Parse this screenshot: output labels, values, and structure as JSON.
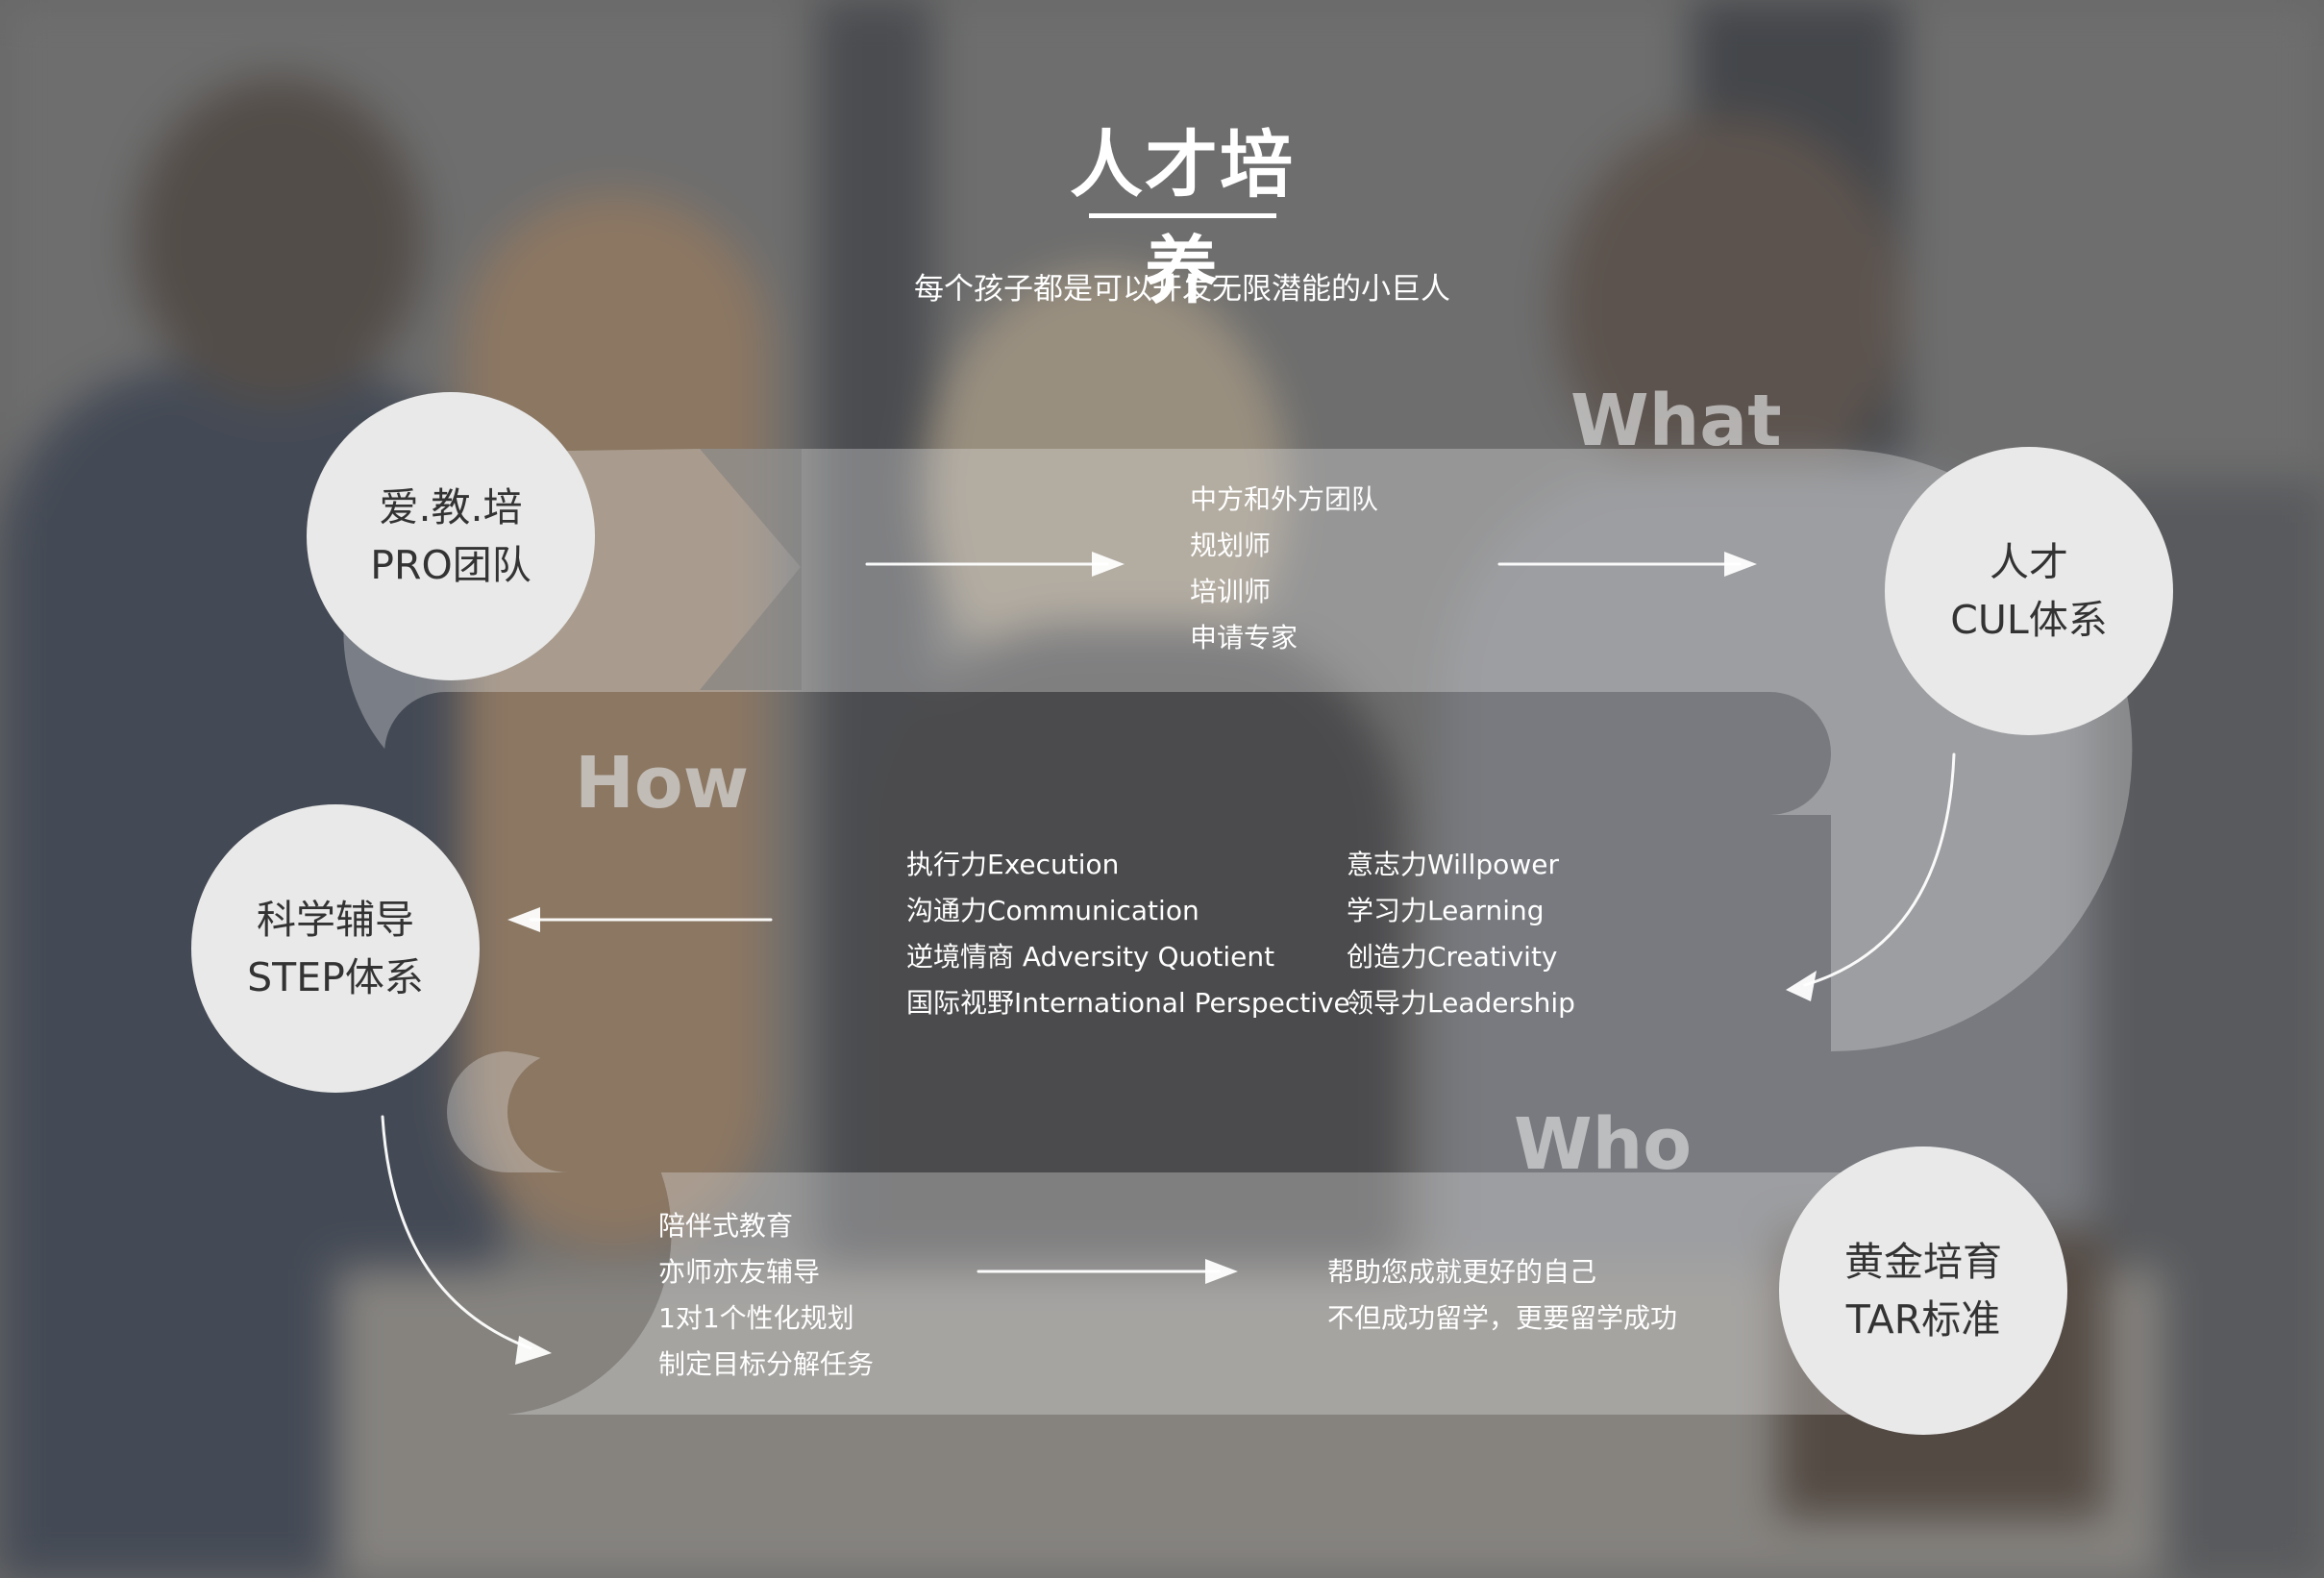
{
  "header": {
    "title": "人才培养",
    "subtitle": "每个孩子都是可以开发无限潜能的小巨人"
  },
  "watermarks": {
    "what": "What",
    "how": "How",
    "who": "Who"
  },
  "nodes": {
    "pro": {
      "line1": "爱.教.培",
      "line2": "PRO团队"
    },
    "cul": {
      "line1": "人才",
      "line2": "CUL体系"
    },
    "step": {
      "line1": "科学辅导",
      "line2": "STEP体系"
    },
    "tar": {
      "line1": "黄金培育",
      "line2": "TAR标准"
    }
  },
  "lists": {
    "team": [
      "中方和外方团队",
      "规划师",
      "培训师",
      "申请专家"
    ],
    "skills_left": [
      "执行力Execution",
      "沟通力Communication",
      "逆境情商 Adversity Quotient",
      "国际视野International Perspective"
    ],
    "skills_right": [
      "意志力Willpower",
      "学习力Learning",
      "创造力Creativity",
      "领导力Leadership"
    ],
    "tutoring": [
      "陪伴式教育",
      "亦师亦友辅导",
      "1对1个性化规划",
      "制定目标分解任务"
    ],
    "outcome": [
      "帮助您成就更好的自己",
      "不但成功留学，更要留学成功"
    ]
  },
  "colors": {
    "band": "#e6e6e6",
    "circle_fill": "#e9e9e9",
    "circle_text": "#333333",
    "arrow": "#ffffff",
    "text": "#ffffff"
  }
}
